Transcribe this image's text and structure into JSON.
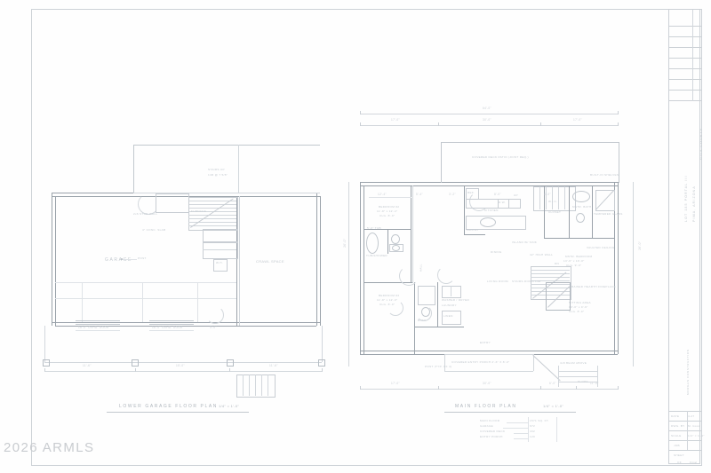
{
  "document": {
    "type": "architectural-blueprint-scan",
    "watermark": "2026 ARMLS",
    "sheet_background": "#fefefe",
    "ink_color": "#c2c8ce"
  },
  "title_block": {
    "project_line_1": "LOT 185 PORTAL III",
    "project_line_2": "PIMA, ARIZONA",
    "project_line_3": "GILA COUNTY",
    "firm": "MORGAN CONSTRUCTION",
    "fields": [
      {
        "label": "DATE",
        "value": "4-27"
      },
      {
        "label": "DWG. BY",
        "value": "M. Good"
      },
      {
        "label": "SCALE",
        "value": "1/4\" = 1'-0\""
      },
      {
        "label": "JOB",
        "value": ""
      },
      {
        "label": "SHEET",
        "value": ""
      },
      {
        "label": "OF",
        "value": "Final"
      }
    ],
    "revision_rows": 7
  },
  "plans": [
    {
      "id": "lower-garage",
      "title": "LOWER GARAGE FLOOR PLAN",
      "scale": "1/4\" = 1'-0\"",
      "rooms": [
        {
          "name": "GARAGE",
          "label_style": "spaced"
        },
        {
          "name": "CRAWL SPACE",
          "label_style": "spaced"
        }
      ],
      "notes": [
        "STAIRS UP",
        "14R @ 7 5/8\"",
        "FURNACE",
        "W.H.",
        "4\" CONC. SLAB",
        "2x6 STUD WALL",
        "POST"
      ],
      "dimensions": {
        "bottom": [
          "11'-6\"",
          "15'-0\"",
          "11'-6\""
        ],
        "door_openings": [
          "16'-0\" OVHD. DOOR",
          "16'-0\" OVHD. DOOR",
          "3'-0\""
        ]
      }
    },
    {
      "id": "main-floor",
      "title": "MAIN FLOOR PLAN",
      "scale": "1/4\" = 1'-0\"",
      "area_schedule": [
        {
          "label": "MAIN FLOOR",
          "value": "1571 SQ. FT."
        },
        {
          "label": "GARAGE",
          "value": "672"
        },
        {
          "label": "COVERED DECK",
          "value": "432"
        },
        {
          "label": "ENTRY PORCH",
          "value": "120"
        }
      ],
      "rooms": [
        {
          "name": "BEDROOM #2",
          "size": "11'-8\" x 12'-4\"",
          "ceiling": "CLG. 8'-0\""
        },
        {
          "name": "BEDROOM #3",
          "size": "11'-8\" x 12'-0\"",
          "ceiling": "CLG. 8'-0\""
        },
        {
          "name": "MSTR. BEDROOM",
          "size": "13'-6\" x 16'-0\"",
          "ceiling": "CLG. 9'-0\""
        },
        {
          "name": "SITTING AREA",
          "size": "10'-0\" x 9'-6\"",
          "ceiling": "CLG. 8'-0\""
        },
        {
          "name": "KITCHEN",
          "size": "",
          "ceiling": ""
        },
        {
          "name": "DINING",
          "size": "",
          "ceiling": ""
        },
        {
          "name": "LIVING ROOM",
          "size": "",
          "ceiling": ""
        },
        {
          "name": "BATH",
          "size": "",
          "ceiling": ""
        },
        {
          "name": "MSTR. BATH",
          "size": "",
          "ceiling": ""
        },
        {
          "name": "W.I.C.",
          "size": "",
          "ceiling": ""
        },
        {
          "name": "LAUNDRY",
          "size": "",
          "ceiling": ""
        },
        {
          "name": "ENTRY",
          "size": "",
          "ceiling": ""
        },
        {
          "name": "HALL",
          "size": "",
          "ceiling": ""
        },
        {
          "name": "PANTRY",
          "size": "",
          "ceiling": ""
        },
        {
          "name": "CLOSET",
          "size": "",
          "ceiling": ""
        }
      ],
      "notes": [
        "COVERED DECK PATIO (JOIST REQ.)",
        "STAIRS DOWN 14R",
        "RAISED HEARTH FIREPLACE",
        "ISLAND W/ SINK",
        "DN",
        "UP",
        "TEMPERED GLASS",
        "WASHER / DRYER",
        "BUILT-IN SHELVES",
        "42\" HIGH WALL",
        "REF.",
        "D.W.",
        "TUB/SHOWER",
        "5'-0\" TUB",
        "LINEN",
        "VAULTED CEILING",
        "COVERED ENTRY PORCH 2'-6\" X 8'-0\"",
        "POST (TYP. OF 4)",
        "4x8 BEAM ABOVE",
        "SLOPE"
      ],
      "dimensions": {
        "top_overall": "64'-0\"",
        "top_segments": [
          "17'-0\"",
          "30'-0\"",
          "17'-0\""
        ],
        "bottom_segments": [
          "17'-0\"",
          "30'-0\"",
          "6'-0\"",
          "11'-0\""
        ],
        "left_segments": [
          "26'-0\"",
          "12'-0\""
        ],
        "right_segments": [
          "26'-0\"",
          "12'-0\""
        ],
        "interior": [
          "12'-4\"",
          "5'-4\"",
          "3'-2\"",
          "8'-0\"",
          "4'-0\"",
          "11'-8\"",
          "6'-8\""
        ]
      }
    }
  ]
}
